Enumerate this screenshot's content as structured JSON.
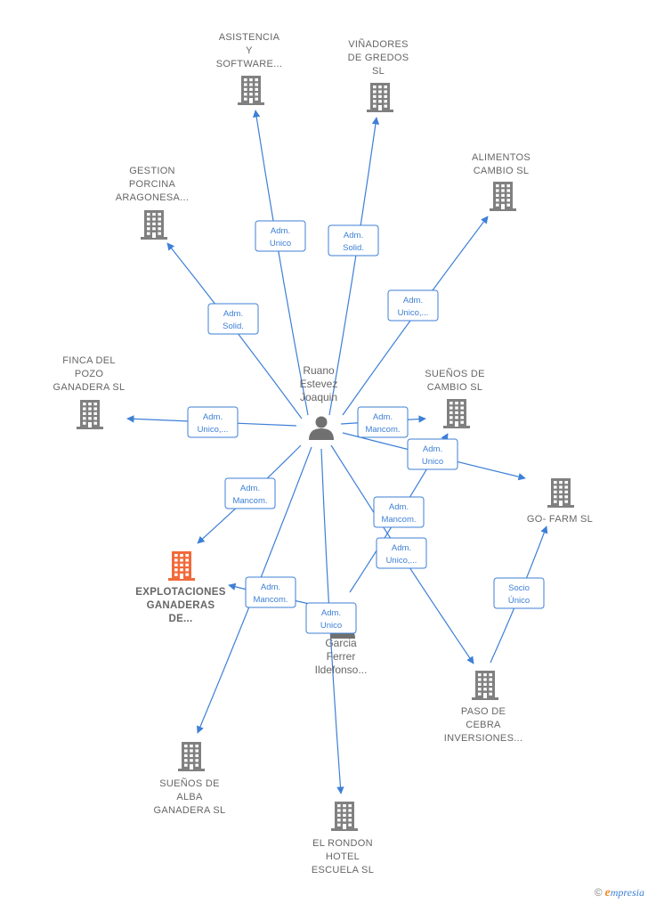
{
  "diagram": {
    "colors": {
      "edge": "#3d7fd6",
      "company": "#808080",
      "focus_company": "#f26a3a",
      "person": "#707070",
      "label": "#666666"
    },
    "persons": [
      {
        "id": "ruano",
        "lines": [
          "Ruano",
          "Estevez",
          "Joaquin"
        ],
        "icon": "person-icon"
      },
      {
        "id": "garcia",
        "lines": [
          "Garcia",
          "Ferrer",
          "Ildefonso..."
        ],
        "icon": "person-icon"
      }
    ],
    "companies": [
      {
        "id": "asistencia",
        "lines": [
          "ASISTENCIA",
          "Y",
          "SOFTWARE..."
        ],
        "focus": false
      },
      {
        "id": "vinadores",
        "lines": [
          "VIÑADORES",
          "DE GREDOS",
          "SL"
        ],
        "focus": false
      },
      {
        "id": "alimentos",
        "lines": [
          "ALIMENTOS",
          "CAMBIO SL"
        ],
        "focus": false
      },
      {
        "id": "gestion",
        "lines": [
          "GESTION",
          "PORCINA",
          "ARAGONESA..."
        ],
        "focus": false
      },
      {
        "id": "finca",
        "lines": [
          "FINCA DEL",
          "POZO",
          "GANADERA  SL"
        ],
        "focus": false
      },
      {
        "id": "suenos_cambio",
        "lines": [
          "SUEÑOS DE",
          "CAMBIO SL"
        ],
        "focus": false
      },
      {
        "id": "gofarm",
        "lines": [
          "GO- FARM  SL"
        ],
        "focus": false
      },
      {
        "id": "explotaciones",
        "lines": [
          "EXPLOTACIONES",
          "GANADERAS",
          "DE..."
        ],
        "focus": true
      },
      {
        "id": "paso",
        "lines": [
          "PASO DE",
          "CEBRA",
          "INVERSIONES..."
        ],
        "focus": false
      },
      {
        "id": "suenos_alba",
        "lines": [
          "SUEÑOS DE",
          "ALBA",
          "GANADERA SL"
        ],
        "focus": false
      },
      {
        "id": "rondon",
        "lines": [
          "EL RONDON",
          "HOTEL",
          "ESCUELA  SL"
        ],
        "focus": false
      }
    ],
    "edges": [
      {
        "from": "ruano",
        "to": "asistencia",
        "label": [
          "Adm.",
          "Unico"
        ]
      },
      {
        "from": "ruano",
        "to": "vinadores",
        "label": [
          "Adm.",
          "Solid."
        ]
      },
      {
        "from": "ruano",
        "to": "alimentos",
        "label": [
          "Adm.",
          "Unico,..."
        ]
      },
      {
        "from": "ruano",
        "to": "gestion",
        "label": [
          "Adm.",
          "Solid."
        ]
      },
      {
        "from": "ruano",
        "to": "finca",
        "label": [
          "Adm.",
          "Unico,..."
        ]
      },
      {
        "from": "ruano",
        "to": "suenos_cambio",
        "label": [
          "Adm.",
          "Mancom."
        ]
      },
      {
        "from": "ruano",
        "to": "gofarm",
        "label": [
          "Adm.",
          "Unico"
        ]
      },
      {
        "from": "ruano",
        "to": "explotaciones",
        "label": [
          "Adm.",
          "Mancom."
        ]
      },
      {
        "from": "ruano",
        "to": "paso",
        "label": [
          "Adm.",
          "Unico,..."
        ]
      },
      {
        "from": "ruano",
        "to": "suenos_alba",
        "label": []
      },
      {
        "from": "ruano",
        "to": "rondon",
        "label": [
          "Adm.",
          "Unico"
        ]
      },
      {
        "from": "garcia",
        "to": "suenos_cambio",
        "label": [
          "Adm.",
          "Mancom."
        ]
      },
      {
        "from": "garcia",
        "to": "explotaciones",
        "label": [
          "Adm.",
          "Mancom."
        ]
      },
      {
        "from": "paso",
        "to": "gofarm",
        "label": [
          "Socio",
          "Único"
        ]
      }
    ]
  },
  "branding": {
    "copyright": "©",
    "name": "mpresia",
    "initial": "e"
  }
}
